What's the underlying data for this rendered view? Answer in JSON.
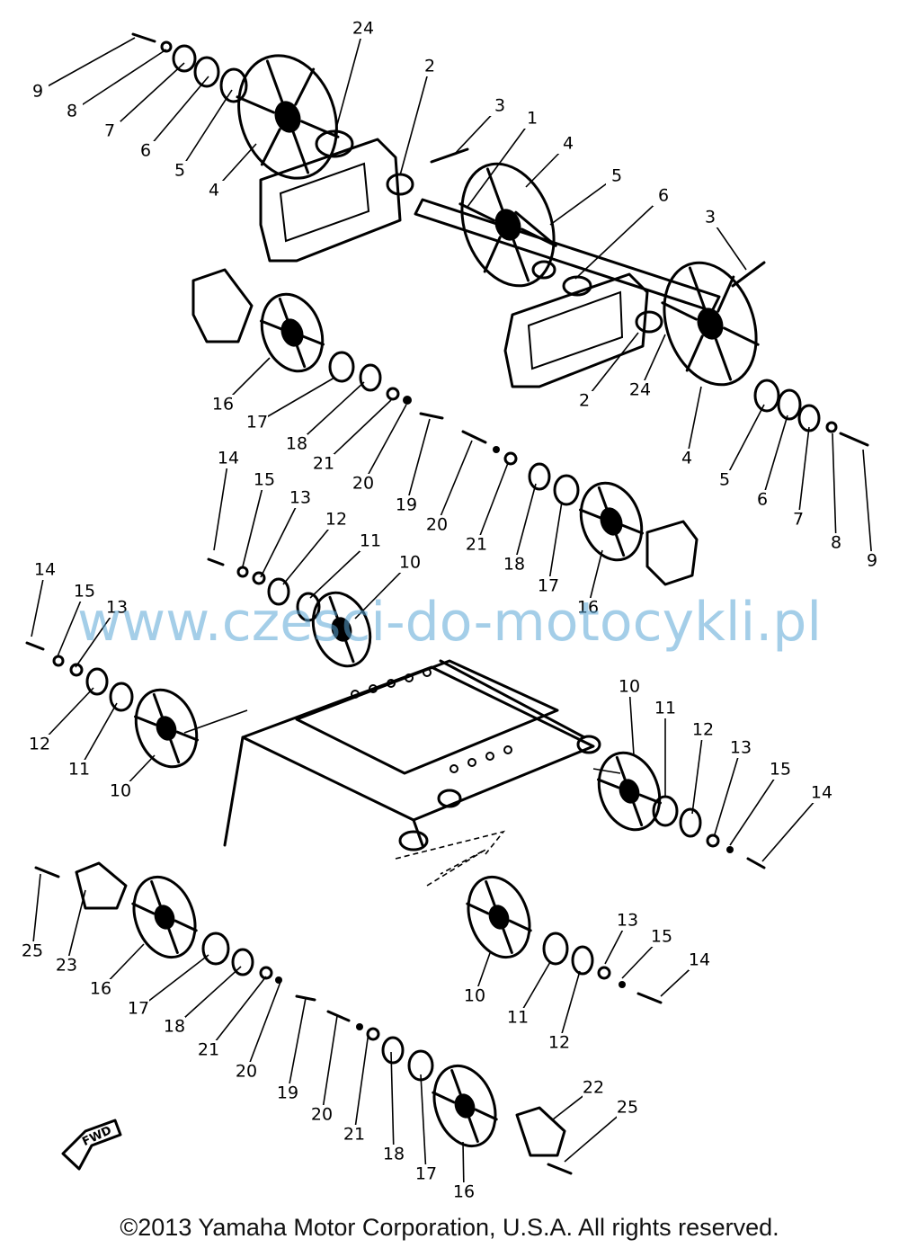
{
  "watermark": "www.czesci-do-motocykli.pl",
  "fwd_label": "FWD",
  "copyright": "©2013 Yamaha Motor Corporation, U.S.A. All rights reserved.",
  "callouts": [
    "9",
    "8",
    "7",
    "6",
    "5",
    "4",
    "24",
    "2",
    "3",
    "1",
    "4",
    "5",
    "6",
    "3",
    "2",
    "24",
    "4",
    "5",
    "6",
    "7",
    "8",
    "9",
    "16",
    "17",
    "18",
    "21",
    "20",
    "19",
    "20",
    "21",
    "18",
    "17",
    "16",
    "14",
    "15",
    "13",
    "12",
    "11",
    "10",
    "14",
    "15",
    "13",
    "12",
    "11",
    "10",
    "10",
    "11",
    "12",
    "13",
    "15",
    "14",
    "25",
    "23",
    "16",
    "17",
    "18",
    "21",
    "20",
    "19",
    "20",
    "21",
    "18",
    "17",
    "16",
    "10",
    "11",
    "12",
    "13",
    "15",
    "14",
    "22",
    "25"
  ]
}
